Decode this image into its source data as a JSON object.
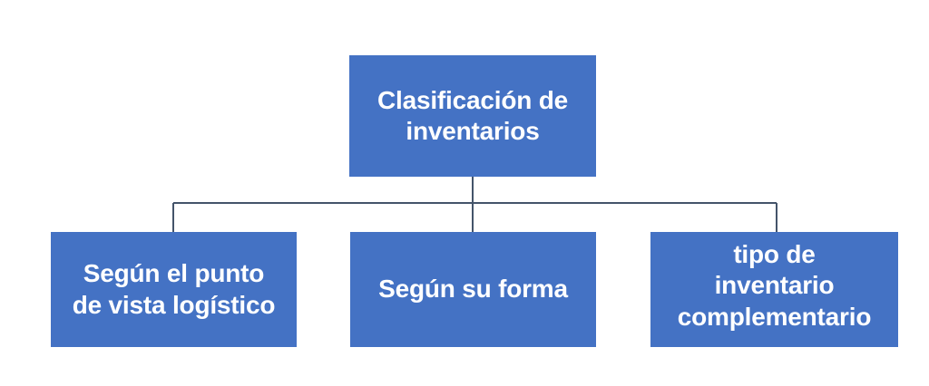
{
  "diagram": {
    "type": "hierarchy-tree",
    "background_color": "#FFFFFF",
    "node_fill_color": "#4472C4",
    "node_text_color": "#FFFFFF",
    "connector_color": "#44546A",
    "root": {
      "label": "Clasificación de\ninventarios"
    },
    "children": [
      {
        "label": "Según el punto\nde vista logístico"
      },
      {
        "label": "Según su forma"
      },
      {
        "label": "tipo de\ninventario\ncomplementario"
      }
    ]
  }
}
